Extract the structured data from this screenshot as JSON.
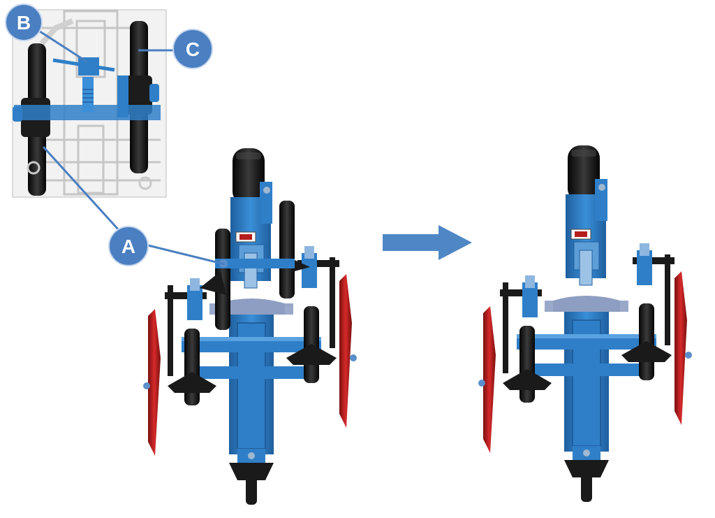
{
  "callouts": {
    "a": "A",
    "b": "B",
    "c": "C"
  },
  "colors": {
    "frame_blue": "#2f7fc8",
    "frame_blue_dark": "#1f5f9e",
    "callout_blue": "#4a7fc1",
    "callout_stroke": "#c9d8ee",
    "wheel_black": "#141414",
    "disc_red": "#b51d1d",
    "arrow_blue": "#4f87c5",
    "inset_gray": "#d9d9d9"
  },
  "icons": {
    "transition": "right-arrow-icon"
  }
}
